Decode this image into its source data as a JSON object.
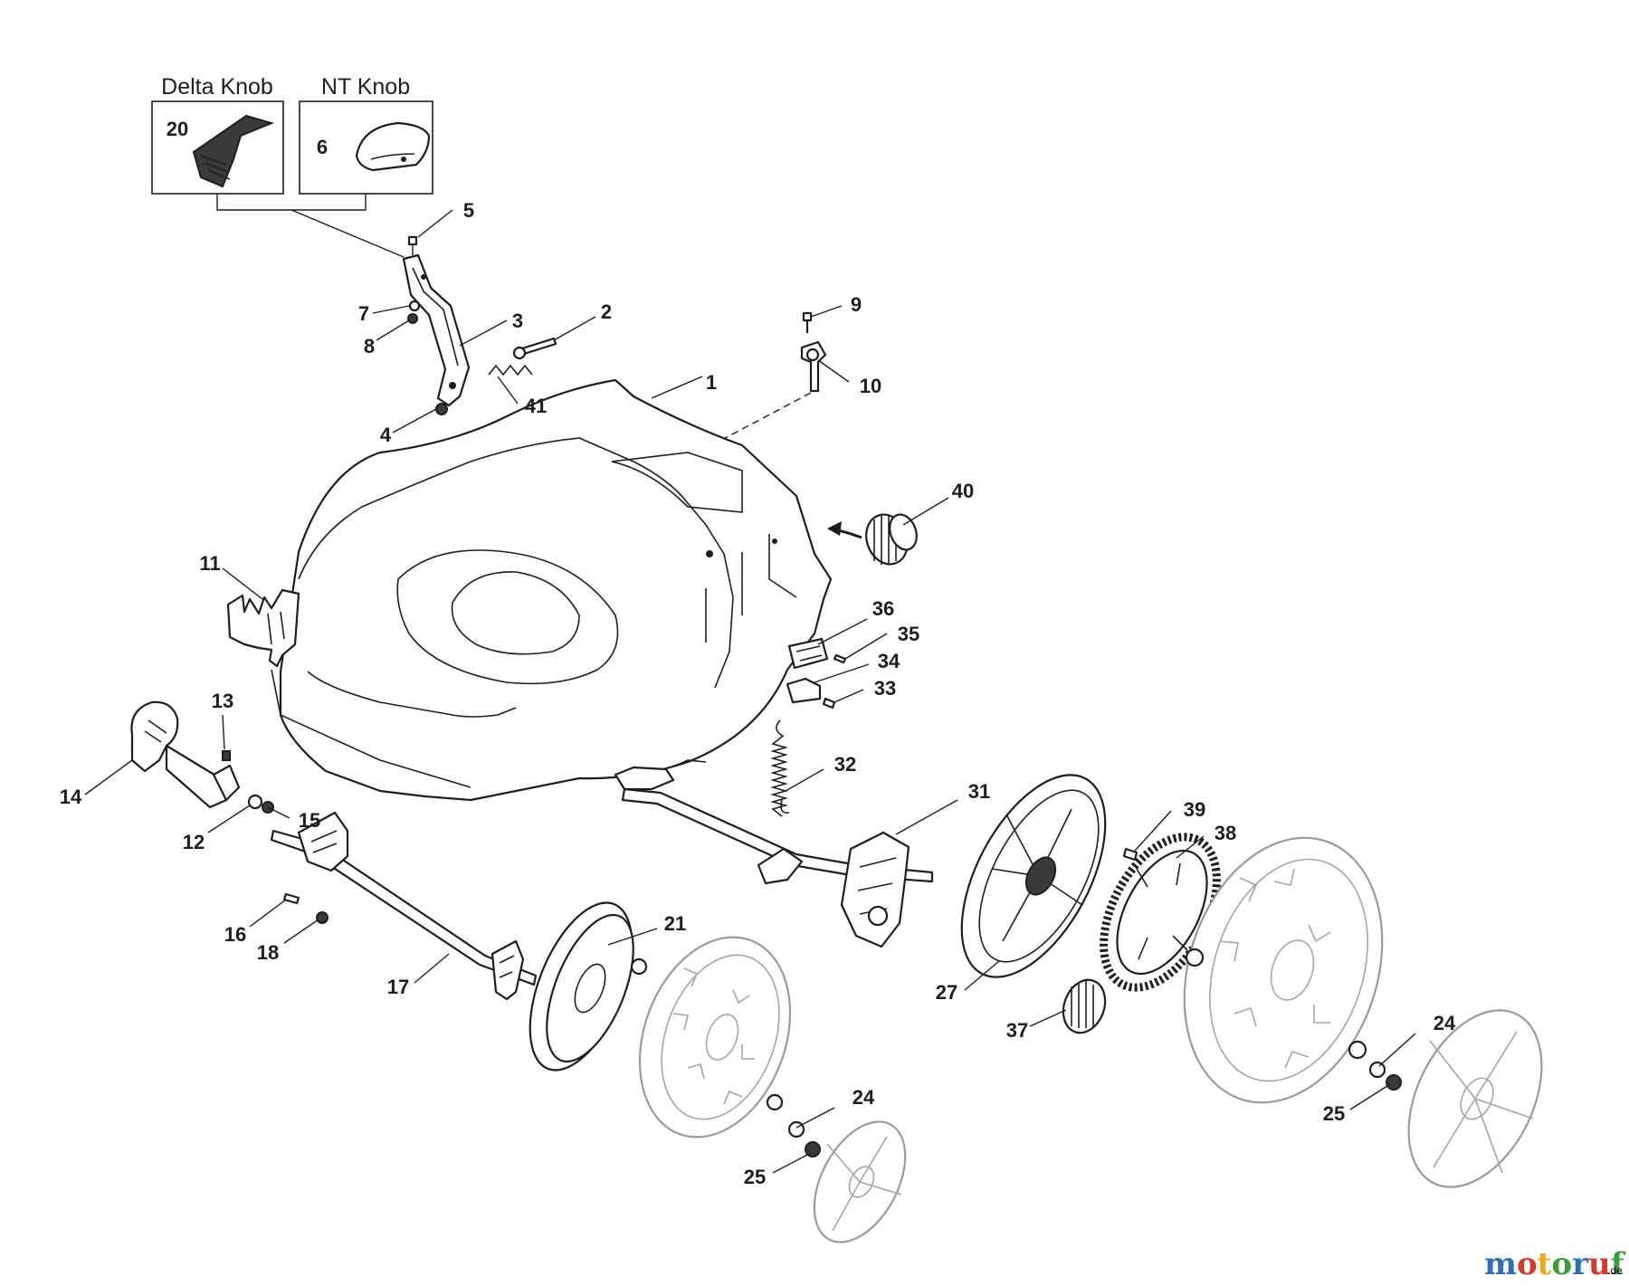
{
  "diagram": {
    "inset_boxes": [
      {
        "title": "Delta Knob",
        "part_number": "20"
      },
      {
        "title": "NT Knob",
        "part_number": "6"
      }
    ],
    "callouts": [
      {
        "id": "c5",
        "label": "5"
      },
      {
        "id": "c7",
        "label": "7"
      },
      {
        "id": "c8",
        "label": "8"
      },
      {
        "id": "c3",
        "label": "3"
      },
      {
        "id": "c2",
        "label": "2"
      },
      {
        "id": "c41",
        "label": "41"
      },
      {
        "id": "c4",
        "label": "4"
      },
      {
        "id": "c9",
        "label": "9"
      },
      {
        "id": "c10",
        "label": "10"
      },
      {
        "id": "c1",
        "label": "1"
      },
      {
        "id": "c40",
        "label": "40"
      },
      {
        "id": "c11",
        "label": "11"
      },
      {
        "id": "c36",
        "label": "36"
      },
      {
        "id": "c35",
        "label": "35"
      },
      {
        "id": "c34",
        "label": "34"
      },
      {
        "id": "c33",
        "label": "33"
      },
      {
        "id": "c13",
        "label": "13"
      },
      {
        "id": "c32",
        "label": "32"
      },
      {
        "id": "c14",
        "label": "14"
      },
      {
        "id": "c15",
        "label": "15"
      },
      {
        "id": "c12",
        "label": "12"
      },
      {
        "id": "c31",
        "label": "31"
      },
      {
        "id": "c39",
        "label": "39"
      },
      {
        "id": "c38",
        "label": "38"
      },
      {
        "id": "c16",
        "label": "16"
      },
      {
        "id": "c18",
        "label": "18"
      },
      {
        "id": "c21",
        "label": "21"
      },
      {
        "id": "c17",
        "label": "17"
      },
      {
        "id": "c27",
        "label": "27"
      },
      {
        "id": "c37",
        "label": "37"
      },
      {
        "id": "c24a",
        "label": "24"
      },
      {
        "id": "c25a",
        "label": "25"
      },
      {
        "id": "c24b",
        "label": "24"
      },
      {
        "id": "c25b",
        "label": "25"
      }
    ]
  },
  "logo": {
    "letters": [
      "m",
      "o",
      "t",
      "o",
      "r",
      "u",
      "f"
    ],
    "letter_colors": [
      "#2f6fb5",
      "#d6392b",
      "#f2a81d",
      "#3d9a3d",
      "#2f6fb5",
      "#d6392b",
      "#3d9a3d"
    ],
    "suffix": ".de"
  }
}
